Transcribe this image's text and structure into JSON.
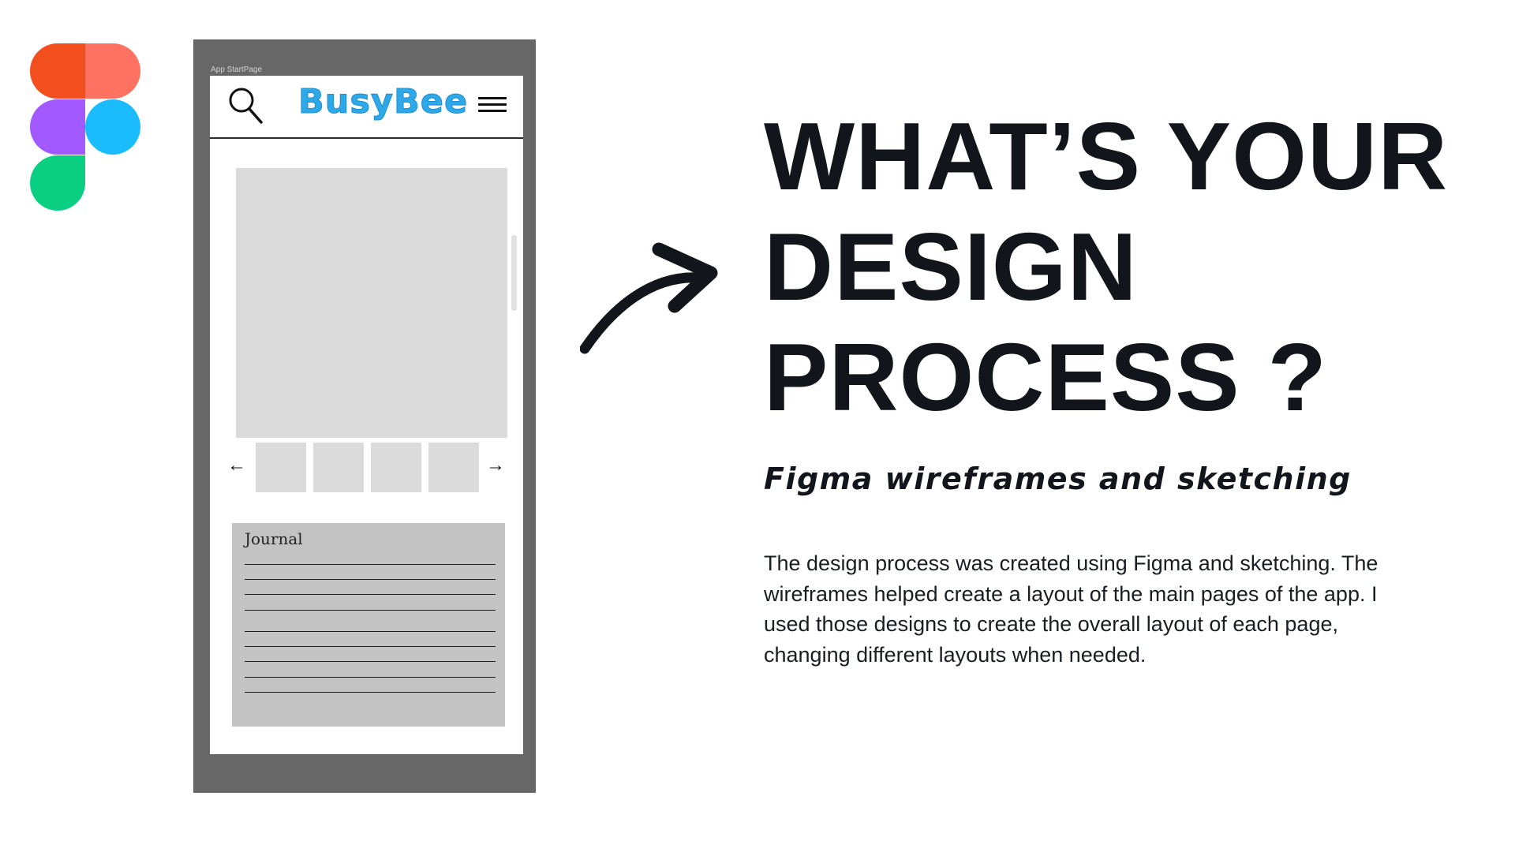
{
  "frame": {
    "label": "App StartPage"
  },
  "app": {
    "brand": "BusyBee",
    "brand_color": "#2fa8e8",
    "journal_title": "Journal",
    "icons": [
      "search-icon",
      "menu-icon",
      "arrow-left-icon",
      "arrow-right-icon"
    ]
  },
  "main": {
    "headline_line1": "WHAT’S YOUR",
    "headline_line2": "DESIGN",
    "headline_line3": "PROCESS ?",
    "subtitle": "Figma wireframes and sketching",
    "body": "The design process was created using Figma and sketching. The wireframes helped create a layout of the main pages of the app.  I used those designs to create the overall layout of each page, changing different layouts when needed."
  },
  "colors": {
    "figma_red": "#f24e1e",
    "figma_coral": "#ff7262",
    "figma_purple": "#a259ff",
    "figma_blue": "#1abcfe",
    "figma_green": "#0acf83",
    "text": "#12161c",
    "frame_gray": "#676767"
  }
}
